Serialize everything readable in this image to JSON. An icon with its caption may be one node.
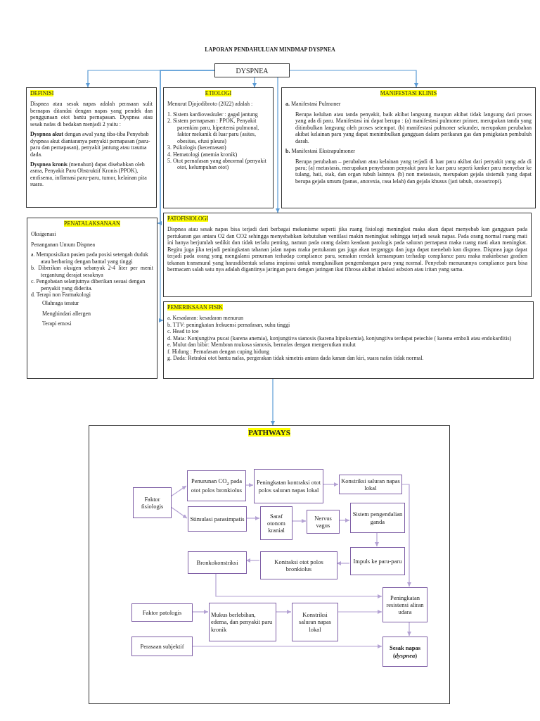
{
  "diagram": {
    "title": "LAPORAN PENDAHULUAN MINDMAP DYSPNEA",
    "nodes": [
      {
        "text": [
          "DYSPNEA"
        ]
      },
      {
        "text": [
          "DEFINISI",
          "Dispnea atau sesak napas adalah perasaan sulit bernapas ditandai dengan napas yang pendek dan penggunaan otot bantu pernapasan. Dyspnea atau sesak nafas di bedakan menjadi 2 yaitu :",
          "**Dyspnea akut** dengan awal yang tiba-tiba Penyebab dyspnea akut diantaranya penyakit pernapasan (paru-paru dan pernapasan), penyakit jantung atau trauma dada.",
          "**Dyspnea kronis** (menahun) dapat disebabkan oleh asma, Penyakit Paru Obstruktif Kronis (PPOK), emfisema, inflamasi paru-paru, tumor, kelainan pita suara."
        ]
      },
      {
        "text": [
          "ETIOLOGI",
          "Menurut Djojodibroto (2022) adalah :",
          "1. Sistem kardiovaskuler : gagal jantung",
          "2. Sistem pernapasan : PPOK, Penyakit parenkim paru, hipertensi pulmonal, faktor mekanik di luar paru (asites, obesitas, efusi pleura)",
          "3. Psikologis (kecemasan)",
          "4. Hematologi (anemia kronik)",
          "5. Otot pernafasan yang abnormal (penyakit otot, kelumpuhan otot)"
        ]
      },
      {
        "text": [
          "MANIFESTASI KLINIS",
          "**a.** Manifestasi Pulmoner",
          "Berupa keluhan atau tanda penyakit, baik akibat langsung maupun akibat tidak langsung dari proses yang ada di paru. Manifestasi ini dapat berupa : (a) manifestasi pulmoner primer, merupakan tanda yang ditimbulkan langsung oleh proses setempat. (b) manifestasi pulmoner sekunder, merupakan perubahan akibat kelainan paru yang dapat menimbulkan gangguan dalam pertkaran gas dan penigkatan pembuluh darah.",
          "**b.** Manifestasi Ekstrapulmoner",
          "Berupa perubahan – perubahan atau kelainan yang terjadi di luar paru akibat dari penyakit yang ada di paru; (a) metastasis, merupakan penyebaran penyakit paru ke luar paru seperti kanker paru menyebar ke tulang, hati, otak, dan organ tubuh lainnya. (b) non metastasis, merupakan gejala sistemik yang dapat berupa gejala umum (panas, anorexia, rasa lelah) dan gejala khusus (jari tabuh, oteoartropi)."
        ]
      },
      {
        "text": [
          "PATOFISIOLOGI",
          "Dispnea atau sesak napas bisa terjadi dari berbagai mekanisme seperti jika ruang fisiologi meningkat maka akan dapat menyebab kan gangguan pada pertukaran gas antara O2 dan CO2 sehingga menyebabkan kebutuhan ventilasi makin meningkat sehingga terjadi sesak napas. Pada orang normal ruang mati ini hanya berjumlah sedikit dan tidak terlalu penting, namun pada orang dalam keadaan patologis pada saluran pernapasn maka ruang mati akan meningkat. Begitu juga jika terjadi peningkatan tahanan jalan napas maka pertukaran gas juga akan terganggu dan juga dapat menebab kan dispnea. Dispnea juga dapat terjadi pada orang yang mengalami penurnan terhadap compliance paru, semakin rendah kemampuan terhadap compliance paru maka makinbesar gradien tekanan transmural yang harusdibentuk selama inspirasi untuk menghasilkan pengembangan paru yang normal. Penyebab menurunnya compliance paru bisa bermacam salah satu nya adalah digantinya jaringan paru dengan jaringan ikat fibrosa akibat inhalasi asbston atau iritan yang sama."
        ]
      },
      {
        "text": [
          "PENATALAKSANAAN",
          "Oksigenasi",
          "Penanganan Umum Dispnea",
          "a. Memposisikan pasien pada posisi setengah duduk atau berbaring dengan bantal yang tinggi",
          "b. Diberikan oksigen sebanyak 2-4 liter per menit tergantung derajat sesaknya",
          "c. Pengobatan selanjutnya diberikan sesuai dengan penyakit yang diderita.",
          "d. Terapi non Farmakologi",
          "Olahraga teratur",
          "Menghindari allergen",
          "Terapi emosi"
        ]
      },
      {
        "text": [
          "PEMERIKSAAN FISIK",
          "a. Kesadaran: kesadaran menurun",
          "b. TTV: peningkatan frekuensi pernafasan, suhu tinggi",
          "c. Head to toe",
          "d. Mata: Konjungtiva pucat (karena anemia), konjungtiva sianosis (karena hipoksemia), konjungtiva terdapat petechie ( karena emboli atau endokarditis)",
          "e. Mulut dan bibir: Membran mukosa sianosis, bernafas dengan mengerutkan mulut",
          "f. Hidung : Pernafasan dengan cuping hidung",
          "g. Dada: Retraksi otot bantu nafas, pergerakan tidak simetris antara dada kanan dan kiri, suara nafas tidak normal."
        ]
      },
      {
        "text": [
          "PATHWAYS"
        ]
      },
      {
        "text": [
          "Faktor fisiologis"
        ],
        "in": 7
      },
      {
        "text": [
          "Penurunan CO$_{2}$ pada otot polos bronkiolus"
        ],
        "in": 7
      },
      {
        "text": [
          "Peningkatan kontraksi otot polos saluran napas lokal"
        ],
        "in": 7
      },
      {
        "text": [
          "Konstriksi saluran napas lokal"
        ],
        "in": 7
      },
      {
        "text": [
          "Stimulasi parasimpatis"
        ],
        "in": 7
      },
      {
        "text": [
          "Saraf otonom kranial"
        ],
        "in": 7
      },
      {
        "text": [
          "Nervus vagus"
        ],
        "in": 7
      },
      {
        "text": [
          "Sistem pengendalian ganda"
        ],
        "in": 7
      },
      {
        "text": [
          "Impuls ke paru-paru"
        ],
        "in": 7
      },
      {
        "text": [
          "Kontraksi otot polos bronkiolus"
        ],
        "in": 7
      },
      {
        "text": [
          "Bronkokonstriksi"
        ],
        "in": 7
      },
      {
        "text": [
          "Peningkatan resistensi aliran udara"
        ],
        "in": 7
      },
      {
        "text": [
          "Faktor patologis"
        ],
        "in": 7
      },
      {
        "text": [
          "Mukus berlebihan, edema, dan penyakit paru kronik"
        ],
        "in": 7
      },
      {
        "text": [
          "Konstriksi saluran napas lokal"
        ],
        "in": 7
      },
      {
        "text": [
          "Perasaan subjektif"
        ],
        "in": 7
      },
      {
        "text": [
          "Sesak napas (*dyspnea*)"
        ],
        "in": 7
      }
    ],
    "edges": [
      {
        "from": 0,
        "to": 1,
        "arrow": "to",
        "color": "#5b9bd5"
      },
      {
        "from": 0,
        "to": 2,
        "arrow": "to",
        "color": "#5b9bd5"
      },
      {
        "from": 0,
        "to": 3,
        "arrow": "to",
        "color": "#5b9bd5"
      },
      {
        "from": 0,
        "to": 4,
        "arrow": "to",
        "color": "#5b9bd5"
      },
      {
        "from": 0,
        "to": 5,
        "arrow": "to",
        "color": "#5b9bd5"
      },
      {
        "from": 0,
        "to": 6,
        "arrow": "to",
        "color": "#5b9bd5"
      },
      {
        "from": 6,
        "to": 7,
        "arrow": "to",
        "color": "#5b9bd5"
      },
      {
        "from": 8,
        "to": 9,
        "arrow": "to"
      },
      {
        "from": 8,
        "to": 12,
        "arrow": "to"
      },
      {
        "from": 9,
        "to": 10,
        "arrow": "to"
      },
      {
        "from": 10,
        "to": 11,
        "arrow": "to"
      },
      {
        "from": 11,
        "to": 19,
        "arrow": "to"
      },
      {
        "from": 12,
        "to": 13,
        "arrow": "to"
      },
      {
        "from": 13,
        "to": 14,
        "arrow": "to"
      },
      {
        "from": 14,
        "to": 15,
        "arrow": "to"
      },
      {
        "from": 15,
        "to": 16,
        "arrow": "to"
      },
      {
        "from": 16,
        "to": 17,
        "arrow": "to"
      },
      {
        "from": 17,
        "to": 18,
        "arrow": "to"
      },
      {
        "from": 18,
        "to": 19,
        "arrow": "to"
      },
      {
        "from": 20,
        "to": 21,
        "arrow": "to"
      },
      {
        "from": 21,
        "to": 22,
        "arrow": "to"
      },
      {
        "from": 22,
        "to": 19,
        "arrow": "to"
      },
      {
        "from": 19,
        "to": 24,
        "arrow": "to"
      },
      {
        "from": 23,
        "to": 24,
        "arrow": "to"
      }
    ]
  }
}
